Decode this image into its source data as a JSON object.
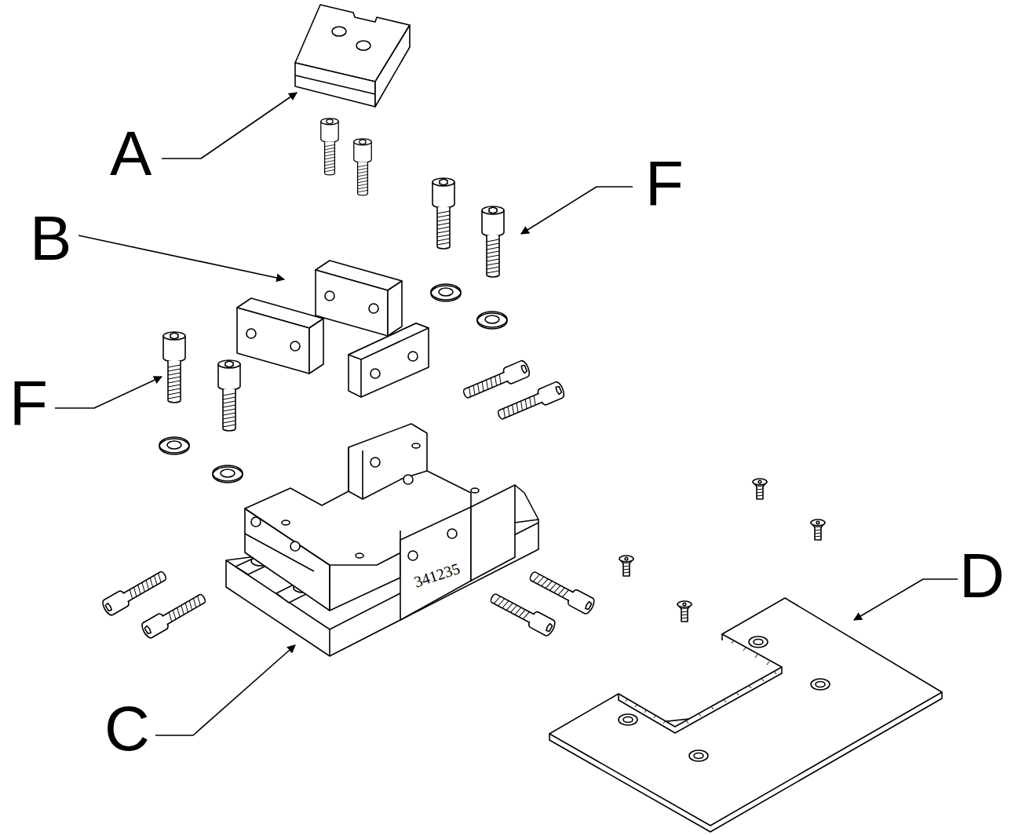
{
  "diagram": {
    "labels": [
      "A",
      "F",
      "B",
      "F",
      "341235",
      "C",
      "D"
    ]
  }
}
